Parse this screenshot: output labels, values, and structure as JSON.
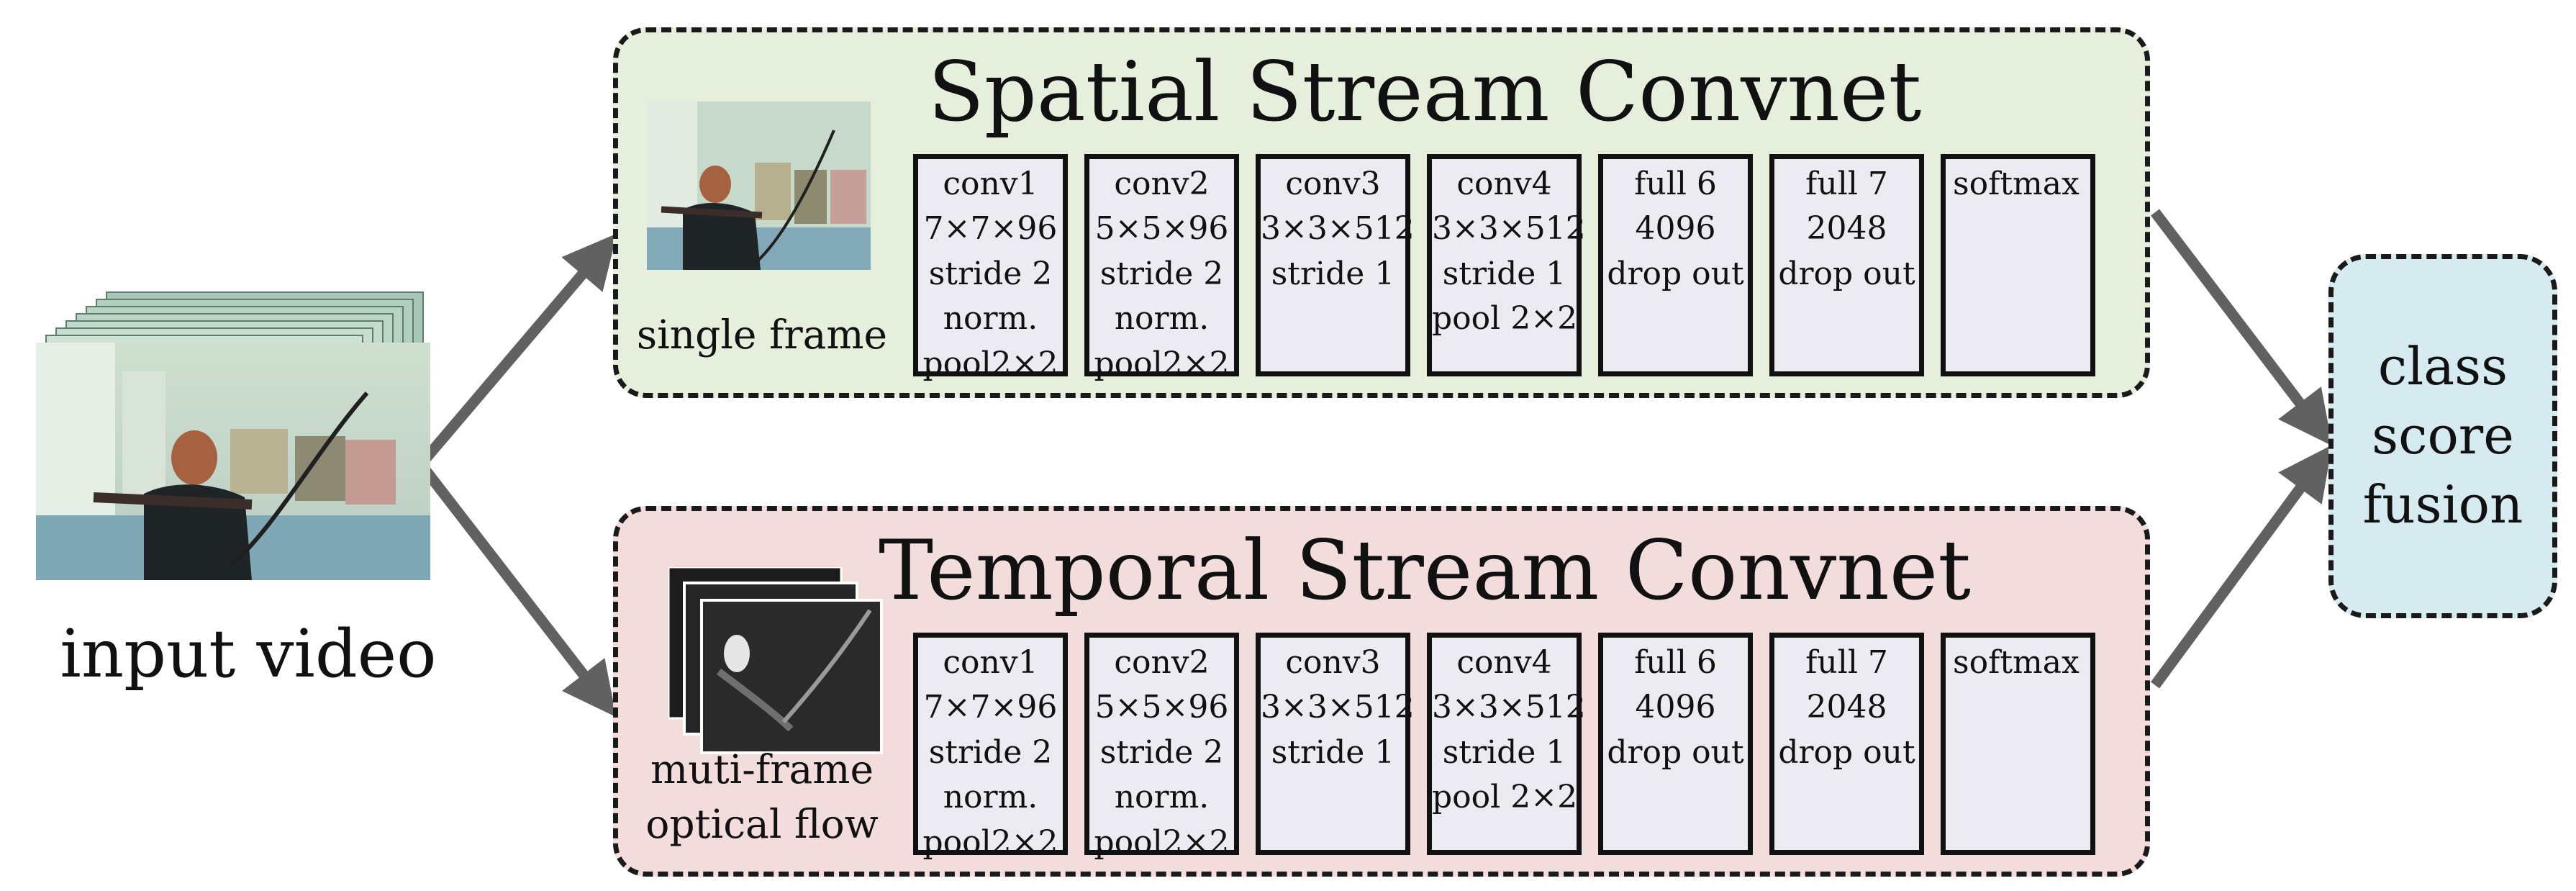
{
  "input": {
    "label": "input video"
  },
  "spatial": {
    "title": "Spatial Stream Convnet",
    "caption": [
      "single frame"
    ],
    "layers": [
      {
        "lines": [
          "conv1",
          "7×7×96",
          "stride 2",
          "norm.",
          "pool2×2"
        ]
      },
      {
        "lines": [
          "conv2",
          "5×5×96",
          "stride 2",
          "norm.",
          "pool2×2"
        ]
      },
      {
        "lines": [
          "conv3",
          "3×3×512",
          "stride 1"
        ]
      },
      {
        "lines": [
          "conv4",
          "3×3×512",
          "stride 1",
          "pool 2×2"
        ]
      },
      {
        "lines": [
          "full 6",
          "4096",
          "drop out"
        ]
      },
      {
        "lines": [
          "full 7",
          "2048",
          "drop out"
        ]
      },
      {
        "lines": [
          "softmax"
        ]
      }
    ]
  },
  "temporal": {
    "title": "Temporal Stream Convnet",
    "caption": [
      "muti-frame",
      "optical flow"
    ],
    "layers": [
      {
        "lines": [
          "conv1",
          "7×7×96",
          "stride 2",
          "norm.",
          "pool2×2"
        ]
      },
      {
        "lines": [
          "conv2",
          "5×5×96",
          "stride 2",
          "norm.",
          "pool2×2"
        ]
      },
      {
        "lines": [
          "conv3",
          "3×3×512",
          "stride 1"
        ]
      },
      {
        "lines": [
          "conv4",
          "3×3×512",
          "stride 1",
          "pool 2×2"
        ]
      },
      {
        "lines": [
          "full 6",
          "4096",
          "drop out"
        ]
      },
      {
        "lines": [
          "full 7",
          "2048",
          "drop out"
        ]
      },
      {
        "lines": [
          "softmax"
        ]
      }
    ]
  },
  "fusion": {
    "lines": [
      "class",
      "score",
      "fusion"
    ]
  },
  "colors": {
    "spatial_bg": "#e6eedc",
    "temporal_bg": "#f2dcdc",
    "fusion_bg": "#d6ebf0",
    "layer_bg": "#ecebf1",
    "arrow": "#616161"
  }
}
